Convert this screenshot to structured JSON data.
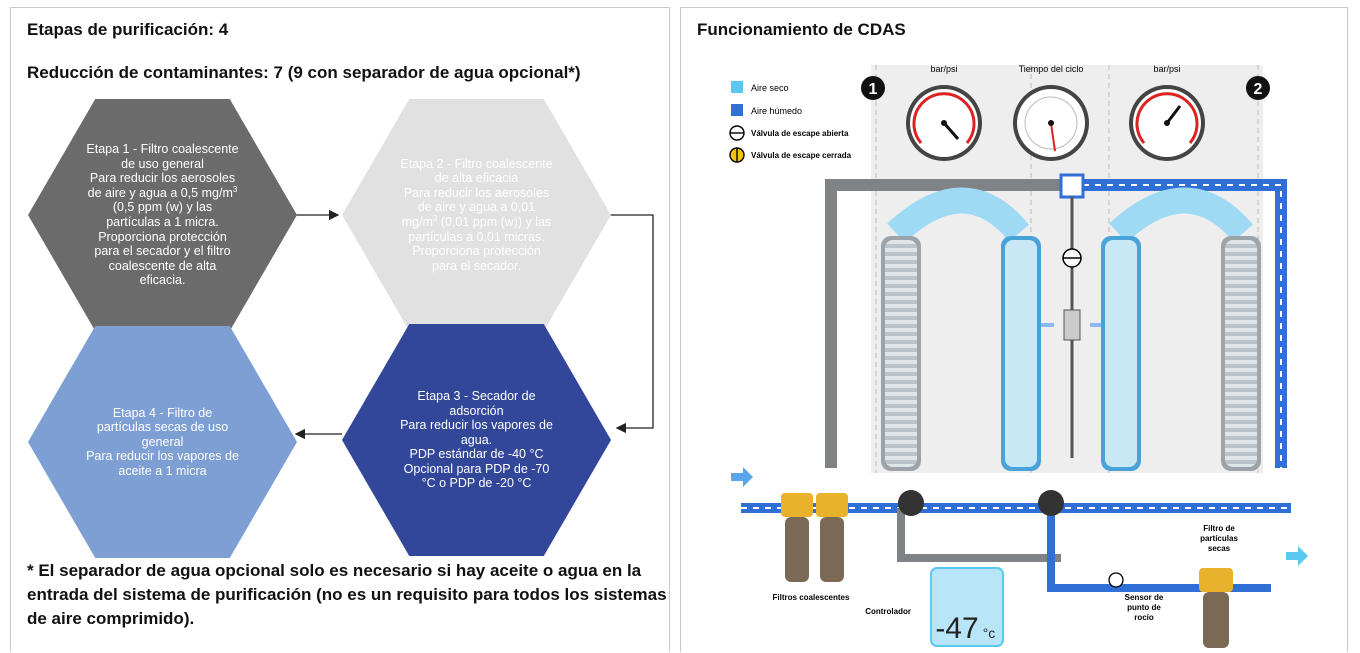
{
  "left": {
    "title": "Etapas de purificación: 4",
    "subtitle": "Reducción de contaminantes: 7 (9 con separador de agua opcional*)",
    "stages": [
      {
        "line1": "Etapa 1 - Filtro coalescente\nde uso general\nPara reducir los aerosoles\nde aire y agua a 0,5 mg/m",
        "sup": "3",
        "line2": "\n(0,5 ppm (w) y las\npartículas a 1 micra.\nProporciona protección\npara el secador y el filtro\ncoalescente de alta\neficacia.",
        "color": "#6b6b6b",
        "text_color": "#ffffff"
      },
      {
        "line1": "Etapa 2 - Filtro coalescente\nde alta eficacia\nPara reducir los aerosoles\nde aire y agua a 0,01\nmg/m",
        "sup": "3",
        "line2": " (0,01 ppm (w)) y las\npartículas a 0,01 micras.\nProporciona protección\npara el secador.",
        "color": "#e1e1e1",
        "text_color": "#ffffff"
      },
      {
        "line1": "Etapa 3 - Secador de\nadsorción\nPara reducir los vapores de\nagua.\nPDP estándar de -40 °C\nOpcional para PDP de -70\n°C o PDP de -20 °C",
        "sup": "",
        "line2": "",
        "color": "#33479a",
        "text_color": "#ffffff"
      },
      {
        "line1": "Etapa 4 - Filtro de\npartículas secas de uso\ngeneral\nPara reducir los vapores de\naceite a 1 micra",
        "sup": "",
        "line2": "",
        "color": "#7e9fd4",
        "text_color": "#ffffff"
      }
    ],
    "footnote": "* El separador de agua opcional solo es necesario si hay aceite o agua en la entrada del sistema de purificación (no es un requisito para todos los sistemas de aire comprimido)."
  },
  "right": {
    "title": "Funcionamiento de CDAS",
    "diagram": {
      "legend": [
        "Aire seco",
        "Aire húmedo",
        "Válvula de escape abierta",
        "Válvula de escape cerrada"
      ],
      "gauge_label_left": "bar/psi",
      "gauge_label_right": "bar/psi",
      "cycle_label": "Tiempo del ciclo",
      "tower_1": "1",
      "tower_2": "2",
      "label_filters": "Filtros coalescentes",
      "label_controller": "Controlador",
      "label_dewpoint": "Sensor de\npunto de\nrocío",
      "label_particle": "Filtro de\npartículas\nsecas",
      "controller_reading": "-47",
      "controller_unit": "°c",
      "colors": {
        "dry_air": "#5bc8f2",
        "wet_air": "#2f6fd6",
        "pipe": "#7f8386",
        "filter": "#e8b22a",
        "screen": "#b8e6f8"
      }
    }
  }
}
